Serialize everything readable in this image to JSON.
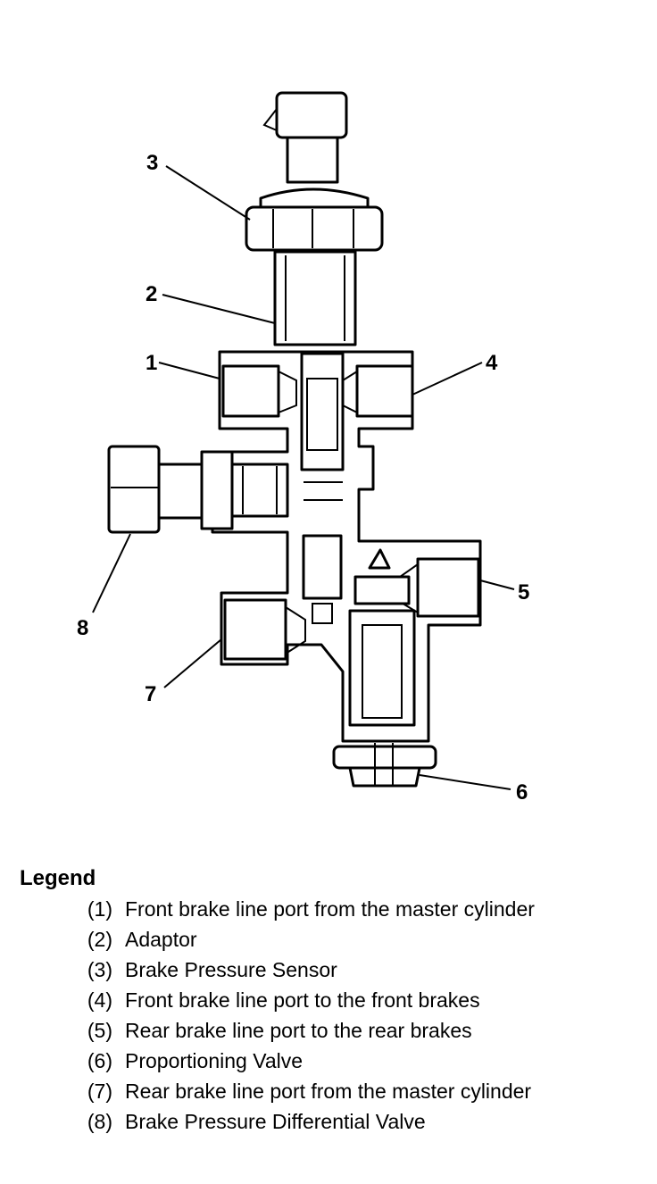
{
  "diagram": {
    "callouts": [
      "1",
      "2",
      "3",
      "4",
      "5",
      "6",
      "7",
      "8"
    ]
  },
  "legend": {
    "title": "Legend",
    "items": [
      {
        "num": "(1)",
        "text": "Front brake line port from the master cylinder"
      },
      {
        "num": "(2)",
        "text": "Adaptor"
      },
      {
        "num": "(3)",
        "text": "Brake Pressure Sensor"
      },
      {
        "num": "(4)",
        "text": "Front brake line port to the front brakes"
      },
      {
        "num": "(5)",
        "text": "Rear brake line port to the rear brakes"
      },
      {
        "num": "(6)",
        "text": "Proportioning Valve"
      },
      {
        "num": "(7)",
        "text": "Rear brake line port from the master cylinder"
      },
      {
        "num": "(8)",
        "text": "Brake Pressure Differential Valve"
      }
    ]
  }
}
